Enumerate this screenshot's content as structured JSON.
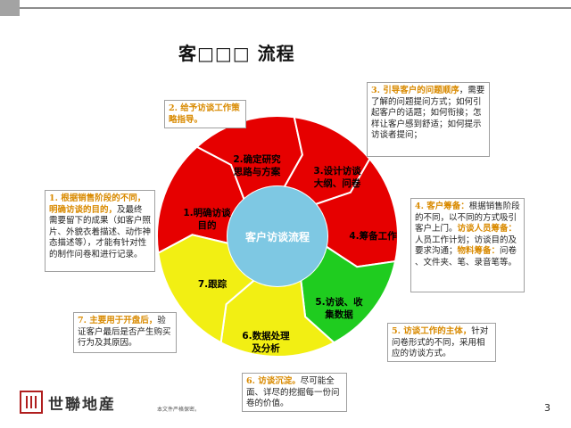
{
  "title": "客□□□ 流程",
  "center_label": "客户访谈流程",
  "colors": {
    "red": "#e60000",
    "yellow": "#f2ef13",
    "green": "#1fcc1f",
    "center": "#7ec8e3",
    "highlight": "#d98a00"
  },
  "steps": [
    {
      "lines": [
        "1.明确访谈",
        "目的"
      ]
    },
    {
      "lines": [
        "2.确定研究",
        "思路与方案"
      ]
    },
    {
      "lines": [
        "3.设计访谈",
        "大纲、问卷"
      ]
    },
    {
      "lines": [
        "4.筹备工作"
      ]
    },
    {
      "lines": [
        "5.访谈、收",
        "集数据"
      ]
    },
    {
      "lines": [
        "6.数据处理",
        "及分析"
      ]
    },
    {
      "lines": [
        "7.跟踪"
      ]
    }
  ],
  "callouts": {
    "c1": {
      "hl": "1. 根据销售阶段的不同，明确访谈的目的，",
      "text": "及最终需要留下的成果（如客户照片、外貌衣着描述、动作神态描述等），才能有针对性的制作问卷和进行记录。"
    },
    "c2": {
      "hl": "2. 给予访谈工作策略指导。",
      "text": ""
    },
    "c3": {
      "hl": "3. 引导客户的问题顺序",
      "text": "，需要了解的问题提问方式；如何引起客户的话题；如何衔接；怎样让客户感到舒适；如何提示访谈者提问；"
    },
    "c4": {
      "hl": "4. 客户筹备：",
      "text": "根据销售阶段的不同，以不同的方式吸引客户上门。",
      "hl2": "访谈人员筹备：",
      "text2": "人员工作计划；访谈目的及要求沟通；",
      "hl3": "物料筹备：",
      "text3": "问卷 、文件夹、笔、录音笔等。"
    },
    "c5": {
      "hl": "5. 访谈工作的主体，",
      "text": "针对问卷形式的不同，采用相应的访谈方式。"
    },
    "c6": {
      "hl": "6. 访谈沉淀。",
      "text": "尽可能全面、详尽的挖掘每一份问卷的价值。"
    },
    "c7": {
      "hl": "7. 主要用于开盘后，",
      "text": "验证客户最后是否产生购买行为及其原因。"
    }
  },
  "logo_text": "世聯地産",
  "footnote": "本文件严格保密。",
  "page_number": "3"
}
